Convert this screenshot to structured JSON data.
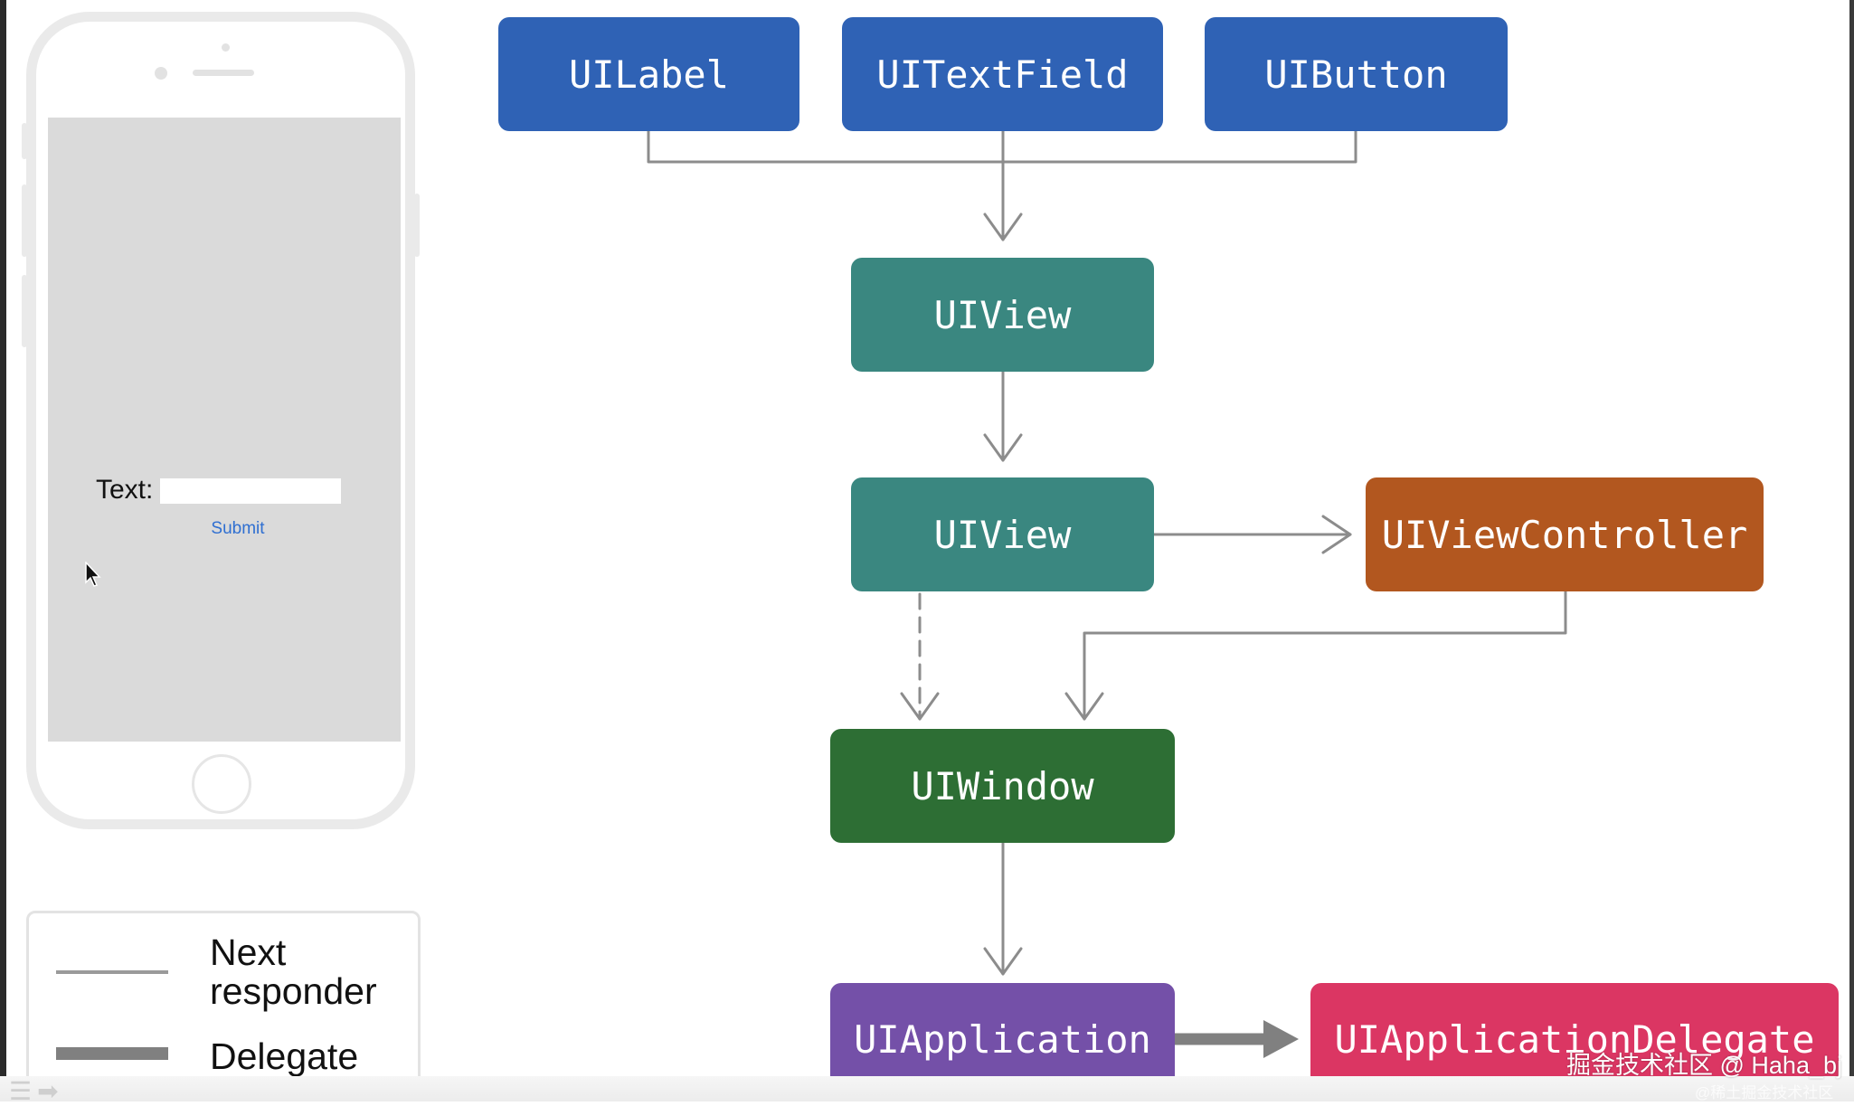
{
  "phone": {
    "text_label": "Text:",
    "submit_label": "Submit"
  },
  "legend": {
    "next_responder": "Next responder",
    "delegate": "Delegate"
  },
  "nodes": {
    "uilabel": "UILabel",
    "uitextfield": "UITextField",
    "uibutton": "UIButton",
    "uiview_top": "UIView",
    "uiview_mid": "UIView",
    "uiviewcontroller": "UIViewController",
    "uiwindow": "UIWindow",
    "uiapplication": "UIApplication",
    "uiapplicationdelegate": "UIApplicationDelegate"
  },
  "colors": {
    "control_blue": "#2f62b5",
    "view_teal": "#3a8780",
    "controller_orange": "#b2571f",
    "window_green": "#2d6e34",
    "application_purple": "#7450a8",
    "delegate_pink": "#db3663",
    "arrow_gray": "#8c8c8c"
  },
  "watermark": {
    "main": "掘金技术社区 @ Haha_bj",
    "small": "@稀土掘金技术社区"
  }
}
